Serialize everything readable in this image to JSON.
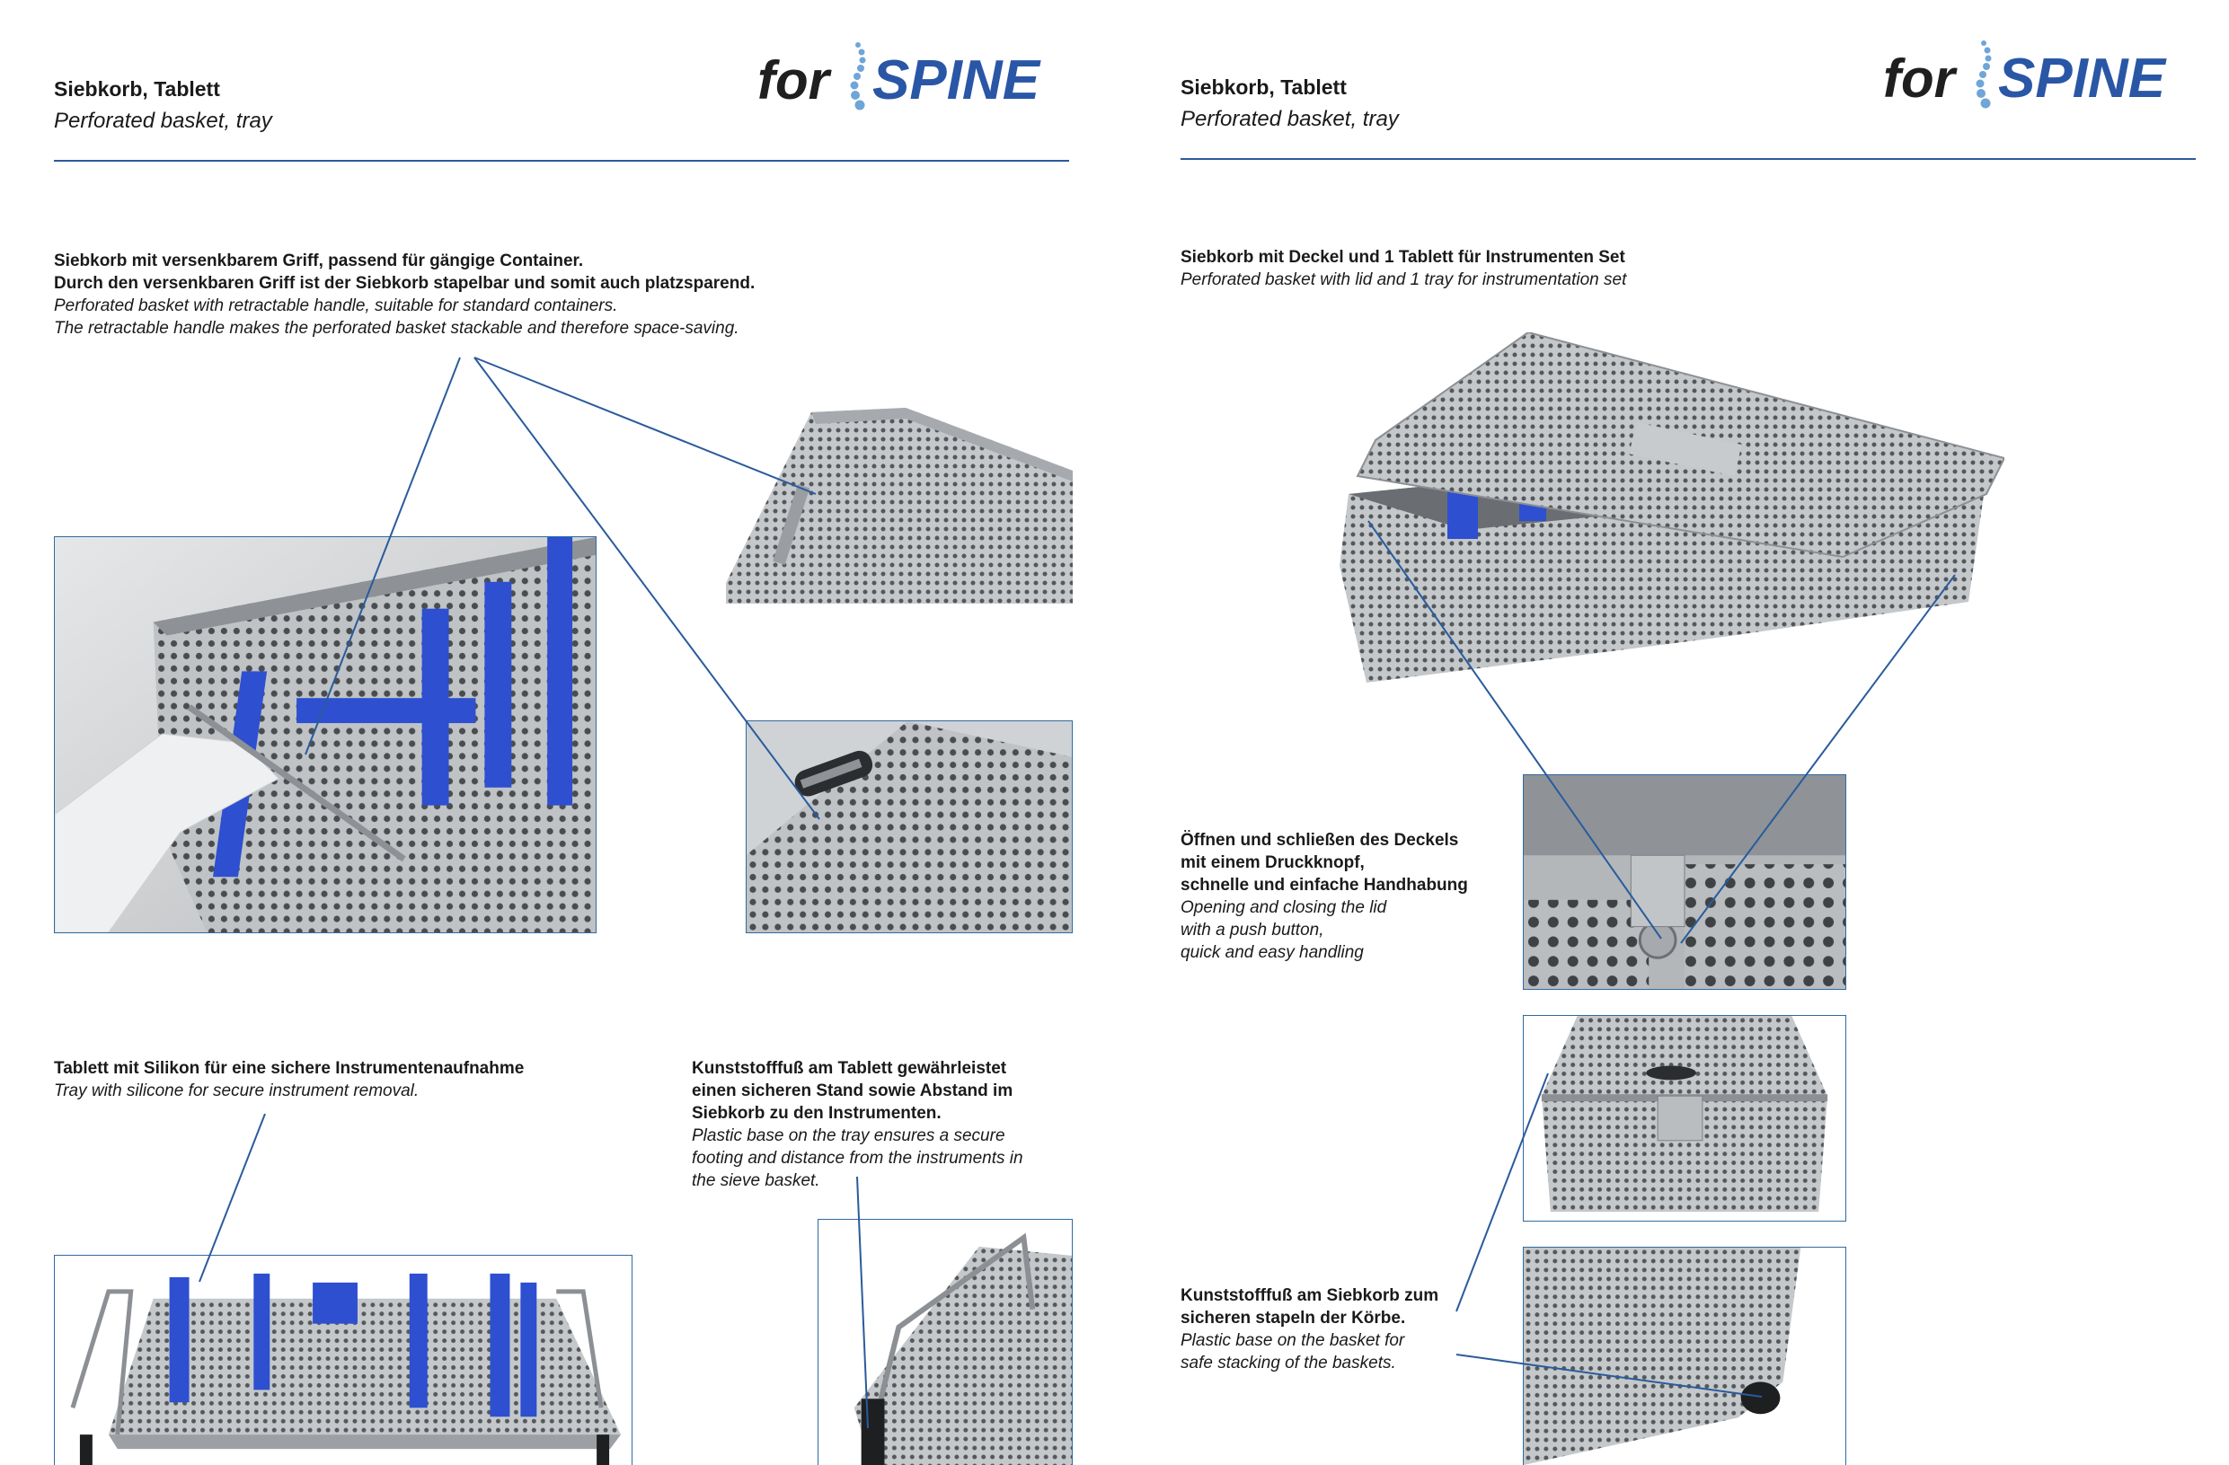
{
  "logo": {
    "for": "for",
    "spine": "SPINE",
    "icon": "spine-vertebrae-icon",
    "colors": {
      "for": "#1f1f1f",
      "spine": "#2a56a6",
      "icon": "#6fa5d8"
    }
  },
  "colors": {
    "accent": "#2c5a9a",
    "silicone": "#2d4fd0"
  },
  "left": {
    "header": {
      "title": "Siebkorb, Tablett",
      "subtitle": "Perforated basket, tray"
    },
    "retractable": {
      "de1": "Siebkorb mit versenkbarem Griff, passend für gängige Container.",
      "de2": "Durch den versenkbaren Griff ist der Siebkorb stapelbar und somit auch platzsparend.",
      "en1": "Perforated basket with retractable handle, suitable for standard containers.",
      "en2": "The retractable handle makes the perforated basket stackable and therefore space-saving."
    },
    "silicone": {
      "de": "Tablett mit Silikon für eine sichere Instrumentenaufnahme",
      "en": "Tray with silicone for secure instrument removal."
    },
    "plastic_tray": {
      "de1": "Kunststofffuß am Tablett gewährleistet",
      "de2": "einen sicheren Stand sowie Abstand im",
      "de3": "Siebkorb zu den Instrumenten.",
      "en1": "Plastic base on the tray ensures a secure",
      "en2": "footing and distance from the instruments in",
      "en3": "the sieve basket."
    }
  },
  "right": {
    "header": {
      "title": "Siebkorb, Tablett",
      "subtitle": "Perforated basket, tray"
    },
    "lid": {
      "de": "Siebkorb mit Deckel und 1 Tablett für Instrumenten Set",
      "en": "Perforated basket with lid and 1 tray for instrumentation set"
    },
    "pushbutton": {
      "de1": "Öffnen und schließen des Deckels",
      "de2": "mit einem Druckknopf,",
      "de3": "schnelle und einfache Handhabung",
      "en1": "Opening and closing the lid",
      "en2": "with a push button,",
      "en3": "quick and easy handling"
    },
    "stacking": {
      "de1": "Kunststofffuß am Siebkorb zum",
      "de2": "sicheren stapeln der Körbe.",
      "en1": "Plastic base on the basket for",
      "en2": "safe stacking of the baskets."
    }
  }
}
